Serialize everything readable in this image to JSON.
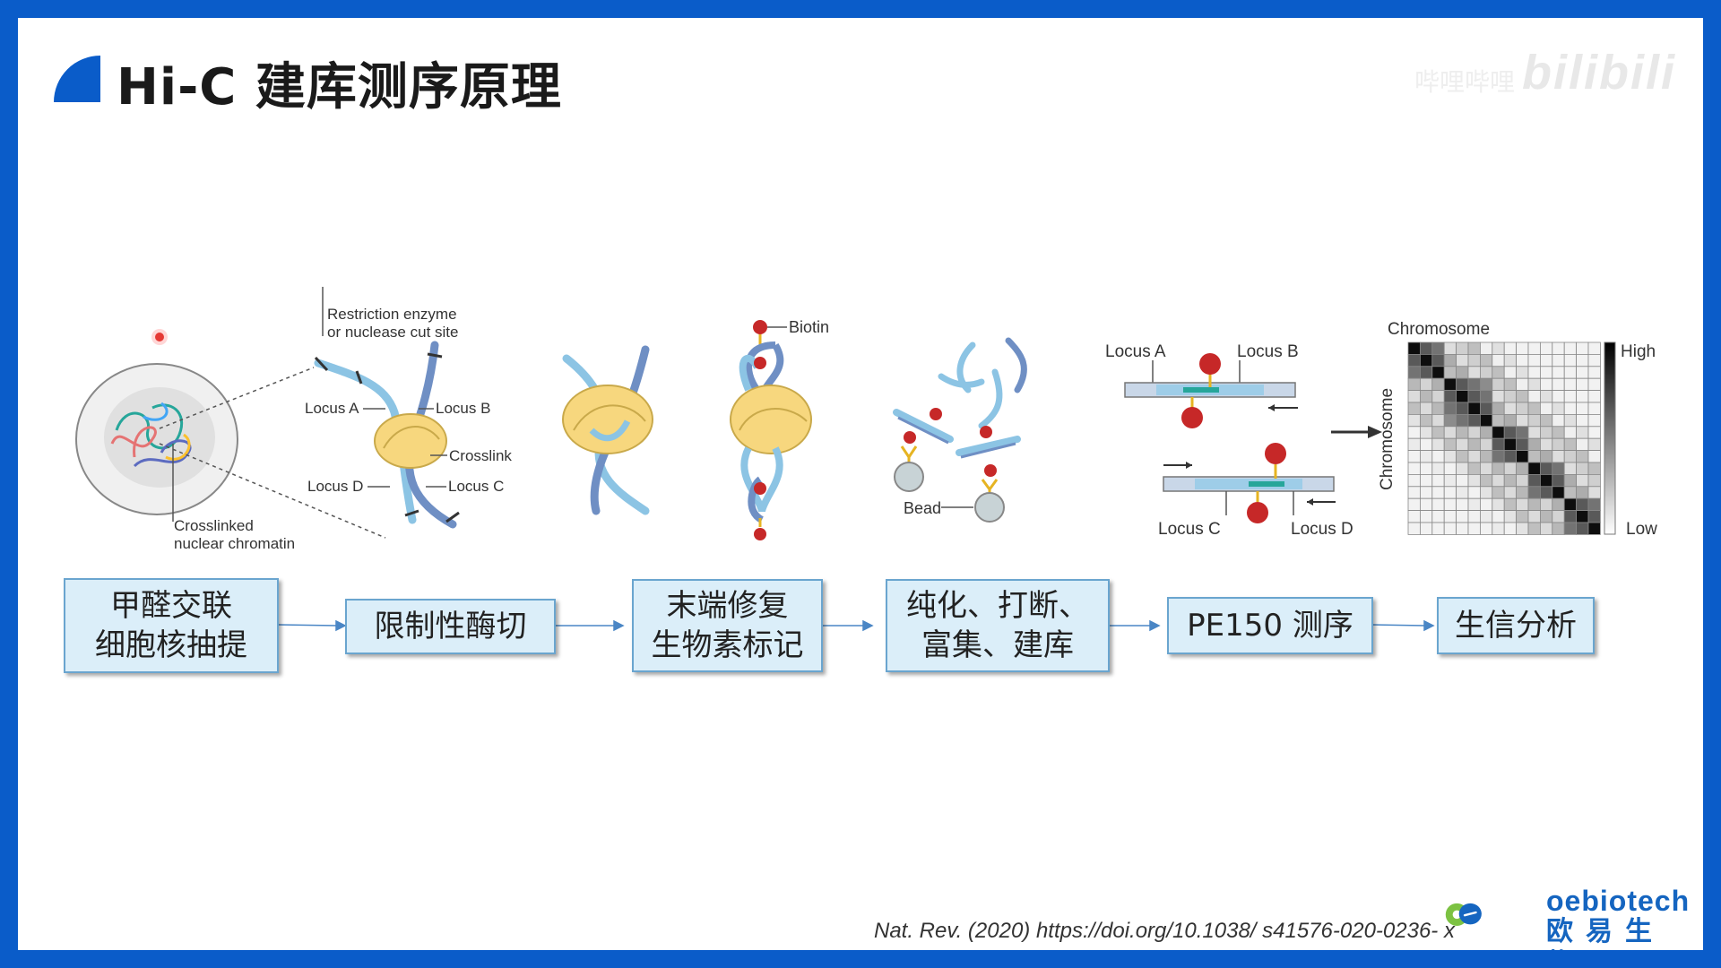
{
  "header": {
    "title": "Hi-C 建库测序原理",
    "watermark": "bilibili",
    "watermark_small": "哔哩哔哩"
  },
  "figure": {
    "labels": {
      "restriction_enzyme": "Restriction enzyme",
      "cut_site": "or nuclease cut site",
      "locus_a": "Locus A",
      "locus_b": "Locus B",
      "locus_c": "Locus C",
      "locus_d": "Locus D",
      "crosslink": "Crosslink",
      "crosslinked_1": "Crosslinked",
      "crosslinked_2": "nuclear chromatin",
      "biotin": "Biotin",
      "bead": "Bead",
      "chromosome_top": "Chromosome",
      "chromosome_side": "Chromosome",
      "high": "High",
      "low": "Low"
    }
  },
  "steps": [
    {
      "label": "甲醛交联\n细胞核抽提"
    },
    {
      "label": "限制性酶切"
    },
    {
      "label": "末端修复\n生物素标记"
    },
    {
      "label": "纯化、打断、\n富集、建库"
    },
    {
      "label": "PE150 测序"
    },
    {
      "label": "生信分析"
    }
  ],
  "footer": {
    "citation": "Nat. Rev. (2020)  https://doi.org/10.1038/ s41576-020-0236- x",
    "logo_en": "oebiotech",
    "logo_cn": "欧易生物"
  },
  "colors": {
    "frame": "#0a5cc9",
    "step_fill": "#dbeef9",
    "step_border": "#6aa5cf",
    "arrow": "#4a86c5",
    "knot": "#f7d77e",
    "dna_light": "#8cc4e4",
    "dna_dark": "#6f8fc4",
    "biotin": "#c62828",
    "logo_blue": "#1565c0",
    "logo_green": "#7cc242"
  }
}
